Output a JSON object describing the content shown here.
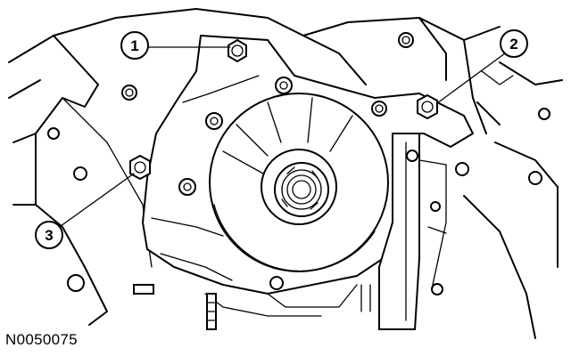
{
  "callouts": [
    {
      "number": "1",
      "part": "bolt"
    },
    {
      "number": "2",
      "part": "bolt"
    },
    {
      "number": "3",
      "part": "bolt"
    }
  ],
  "figure_id": "N0050075"
}
